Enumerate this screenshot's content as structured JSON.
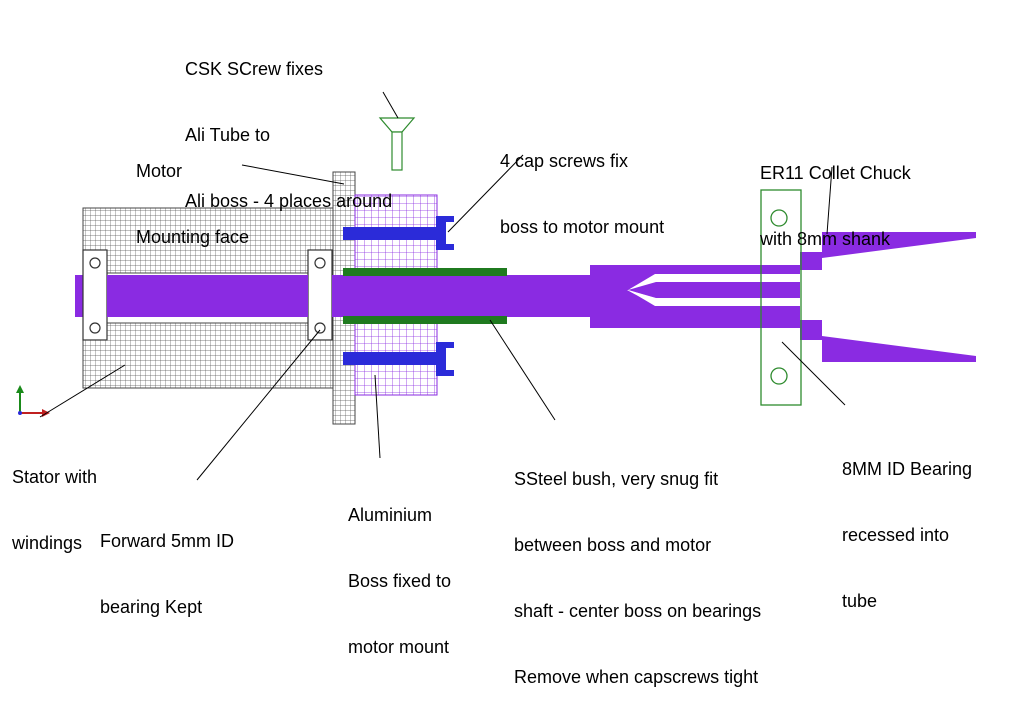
{
  "labels": {
    "csk": [
      "CSK SCrew fixes",
      "Ali Tube to",
      "Ali boss - 4 places around"
    ],
    "motor_face": [
      "Motor",
      "Mounting face"
    ],
    "cap_screws": [
      "4 cap screws fix",
      "boss to motor mount"
    ],
    "er11": [
      "ER11 Collet Chuck",
      "with 8mm shank"
    ],
    "stator": [
      "Stator with",
      "windings"
    ],
    "forward_bearing": [
      "Forward 5mm ID",
      "bearing Kept"
    ],
    "aluminium_boss": [
      "Aluminium",
      "Boss fixed to",
      "motor mount"
    ],
    "ssteel_bush": [
      "SSteel bush, very snug fit",
      "between boss and motor",
      "shaft - center boss on bearings",
      "Remove when capscrews tight"
    ],
    "bearing_8mm": [
      "8MM ID Bearing",
      "recessed into",
      "tube"
    ]
  },
  "colors": {
    "shaft": "#8a2be2",
    "screw": "#2b2bd9",
    "bush": "#1f7a1f",
    "aluminium": "#8a2be2",
    "bearing_outline": "#2e8b2e",
    "stator_grid": "#555555"
  }
}
